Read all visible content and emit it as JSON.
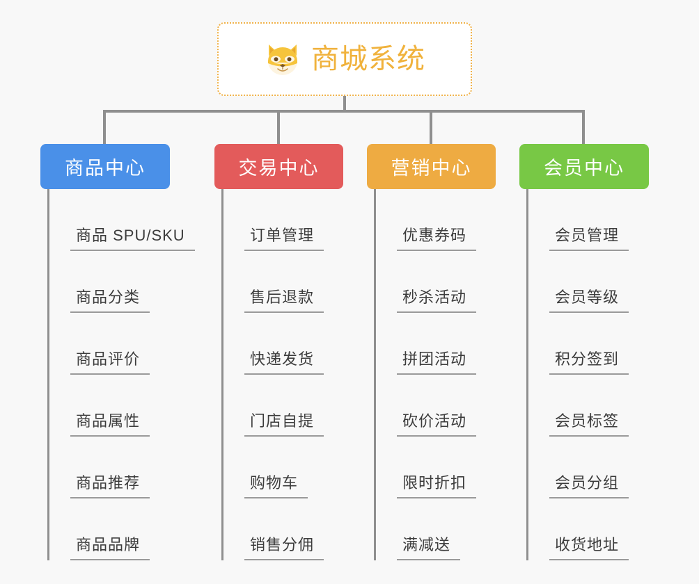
{
  "diagram": {
    "background_color": "#f8f8f8",
    "connector_color": "#8f8f8f",
    "root": {
      "title": "商城系统",
      "icon": "shiba-dog-face-icon",
      "text_color": "#f0b23c",
      "border_color": "#f0b24a",
      "background_color": "#ffffff"
    },
    "columns": [
      {
        "id": "product-center",
        "label": "商品中心",
        "color": "#4a90e8",
        "items": [
          "商品 SPU/SKU",
          "商品分类",
          "商品评价",
          "商品属性",
          "商品推荐",
          "商品品牌"
        ]
      },
      {
        "id": "trade-center",
        "label": "交易中心",
        "color": "#e35b5b",
        "items": [
          "订单管理",
          "售后退款",
          "快递发货",
          "门店自提",
          "购物车",
          "销售分佣"
        ]
      },
      {
        "id": "marketing-center",
        "label": "营销中心",
        "color": "#eeab42",
        "items": [
          "优惠券码",
          "秒杀活动",
          "拼团活动",
          "砍价活动",
          "限时折扣",
          "满减送"
        ]
      },
      {
        "id": "member-center",
        "label": "会员中心",
        "color": "#78c845",
        "items": [
          "会员管理",
          "会员等级",
          "积分签到",
          "会员标签",
          "会员分组",
          "收货地址"
        ]
      }
    ]
  }
}
